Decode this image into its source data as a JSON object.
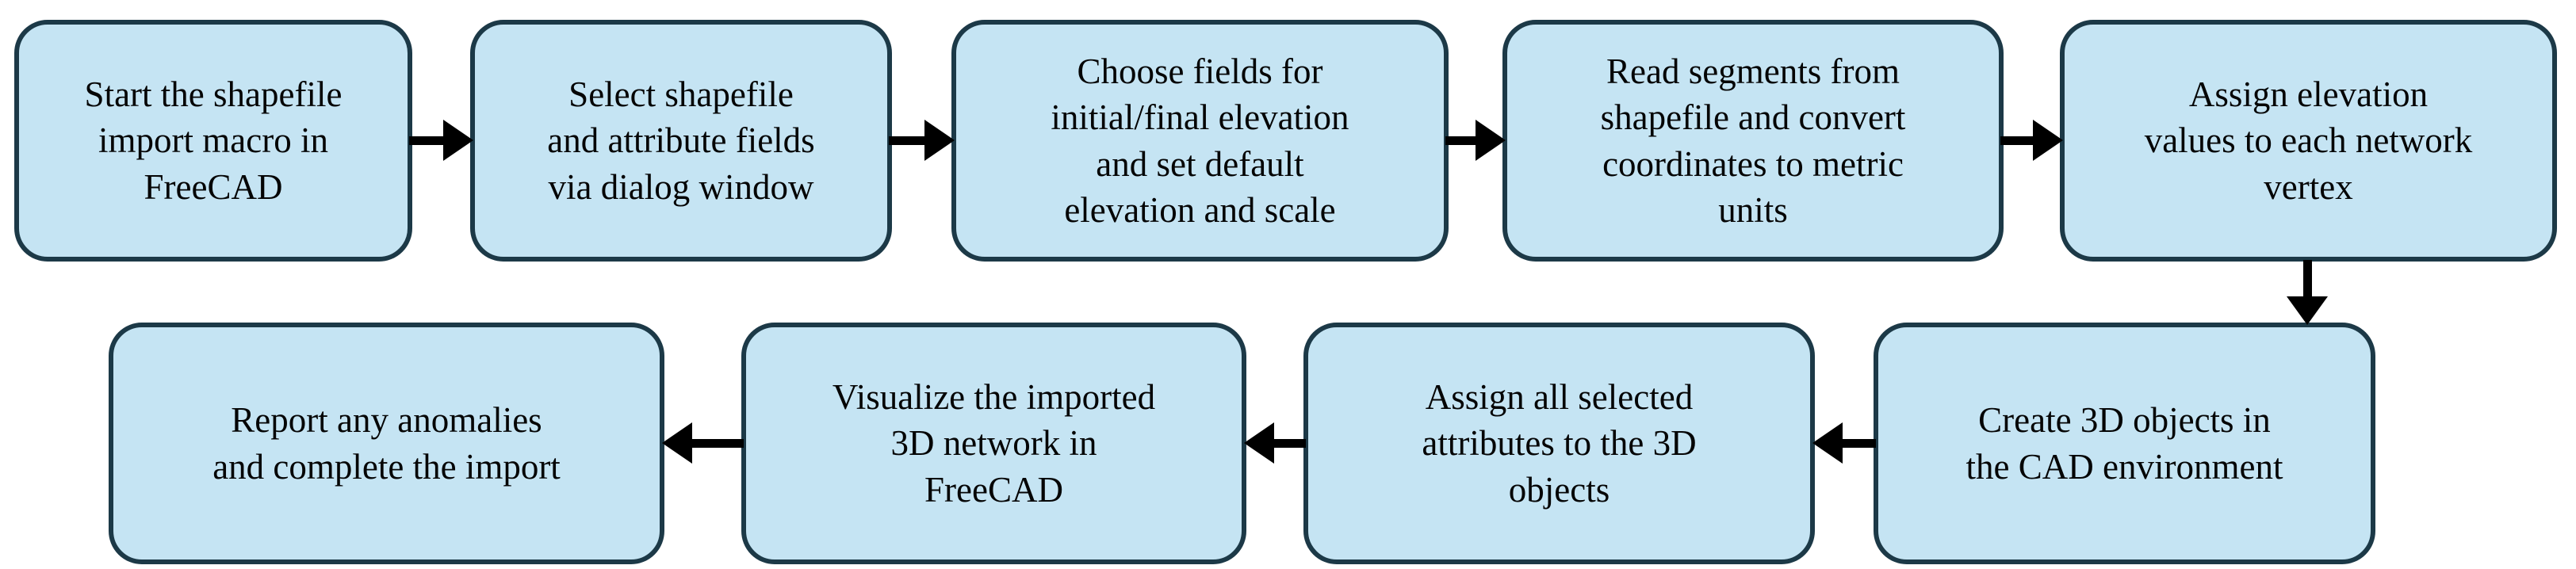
{
  "flowchart": {
    "description": "Shapefile import workflow in FreeCAD",
    "colors": {
      "node_fill": "#c5e4f3",
      "node_border": "#1c3947",
      "arrow_color": "#000000",
      "text_color": "#050505",
      "background": "#ffffff"
    },
    "steps": [
      {
        "id": 1,
        "label": "Start the shapefile\nimport macro in\nFreeCAD"
      },
      {
        "id": 2,
        "label": "Select shapefile\nand attribute fields\nvia dialog window"
      },
      {
        "id": 3,
        "label": "Choose fields for\ninitial/final elevation\nand set default\nelevation and scale"
      },
      {
        "id": 4,
        "label": "Read segments from\nshapefile and convert\ncoordinates to metric\nunits"
      },
      {
        "id": 5,
        "label": "Assign elevation\nvalues to each network\nvertex"
      },
      {
        "id": 6,
        "label": "Create 3D objects in\nthe CAD environment"
      },
      {
        "id": 7,
        "label": "Assign all selected\nattributes to the 3D\nobjects"
      },
      {
        "id": 8,
        "label": "Visualize the imported\n3D network in\nFreeCAD"
      },
      {
        "id": 9,
        "label": "Report any anomalies\nand complete the import"
      }
    ],
    "connections": [
      {
        "from": 1,
        "to": 2,
        "direction": "right"
      },
      {
        "from": 2,
        "to": 3,
        "direction": "right"
      },
      {
        "from": 3,
        "to": 4,
        "direction": "right"
      },
      {
        "from": 4,
        "to": 5,
        "direction": "right"
      },
      {
        "from": 5,
        "to": 6,
        "direction": "down"
      },
      {
        "from": 6,
        "to": 7,
        "direction": "left"
      },
      {
        "from": 7,
        "to": 8,
        "direction": "left"
      },
      {
        "from": 8,
        "to": 9,
        "direction": "left"
      }
    ]
  }
}
